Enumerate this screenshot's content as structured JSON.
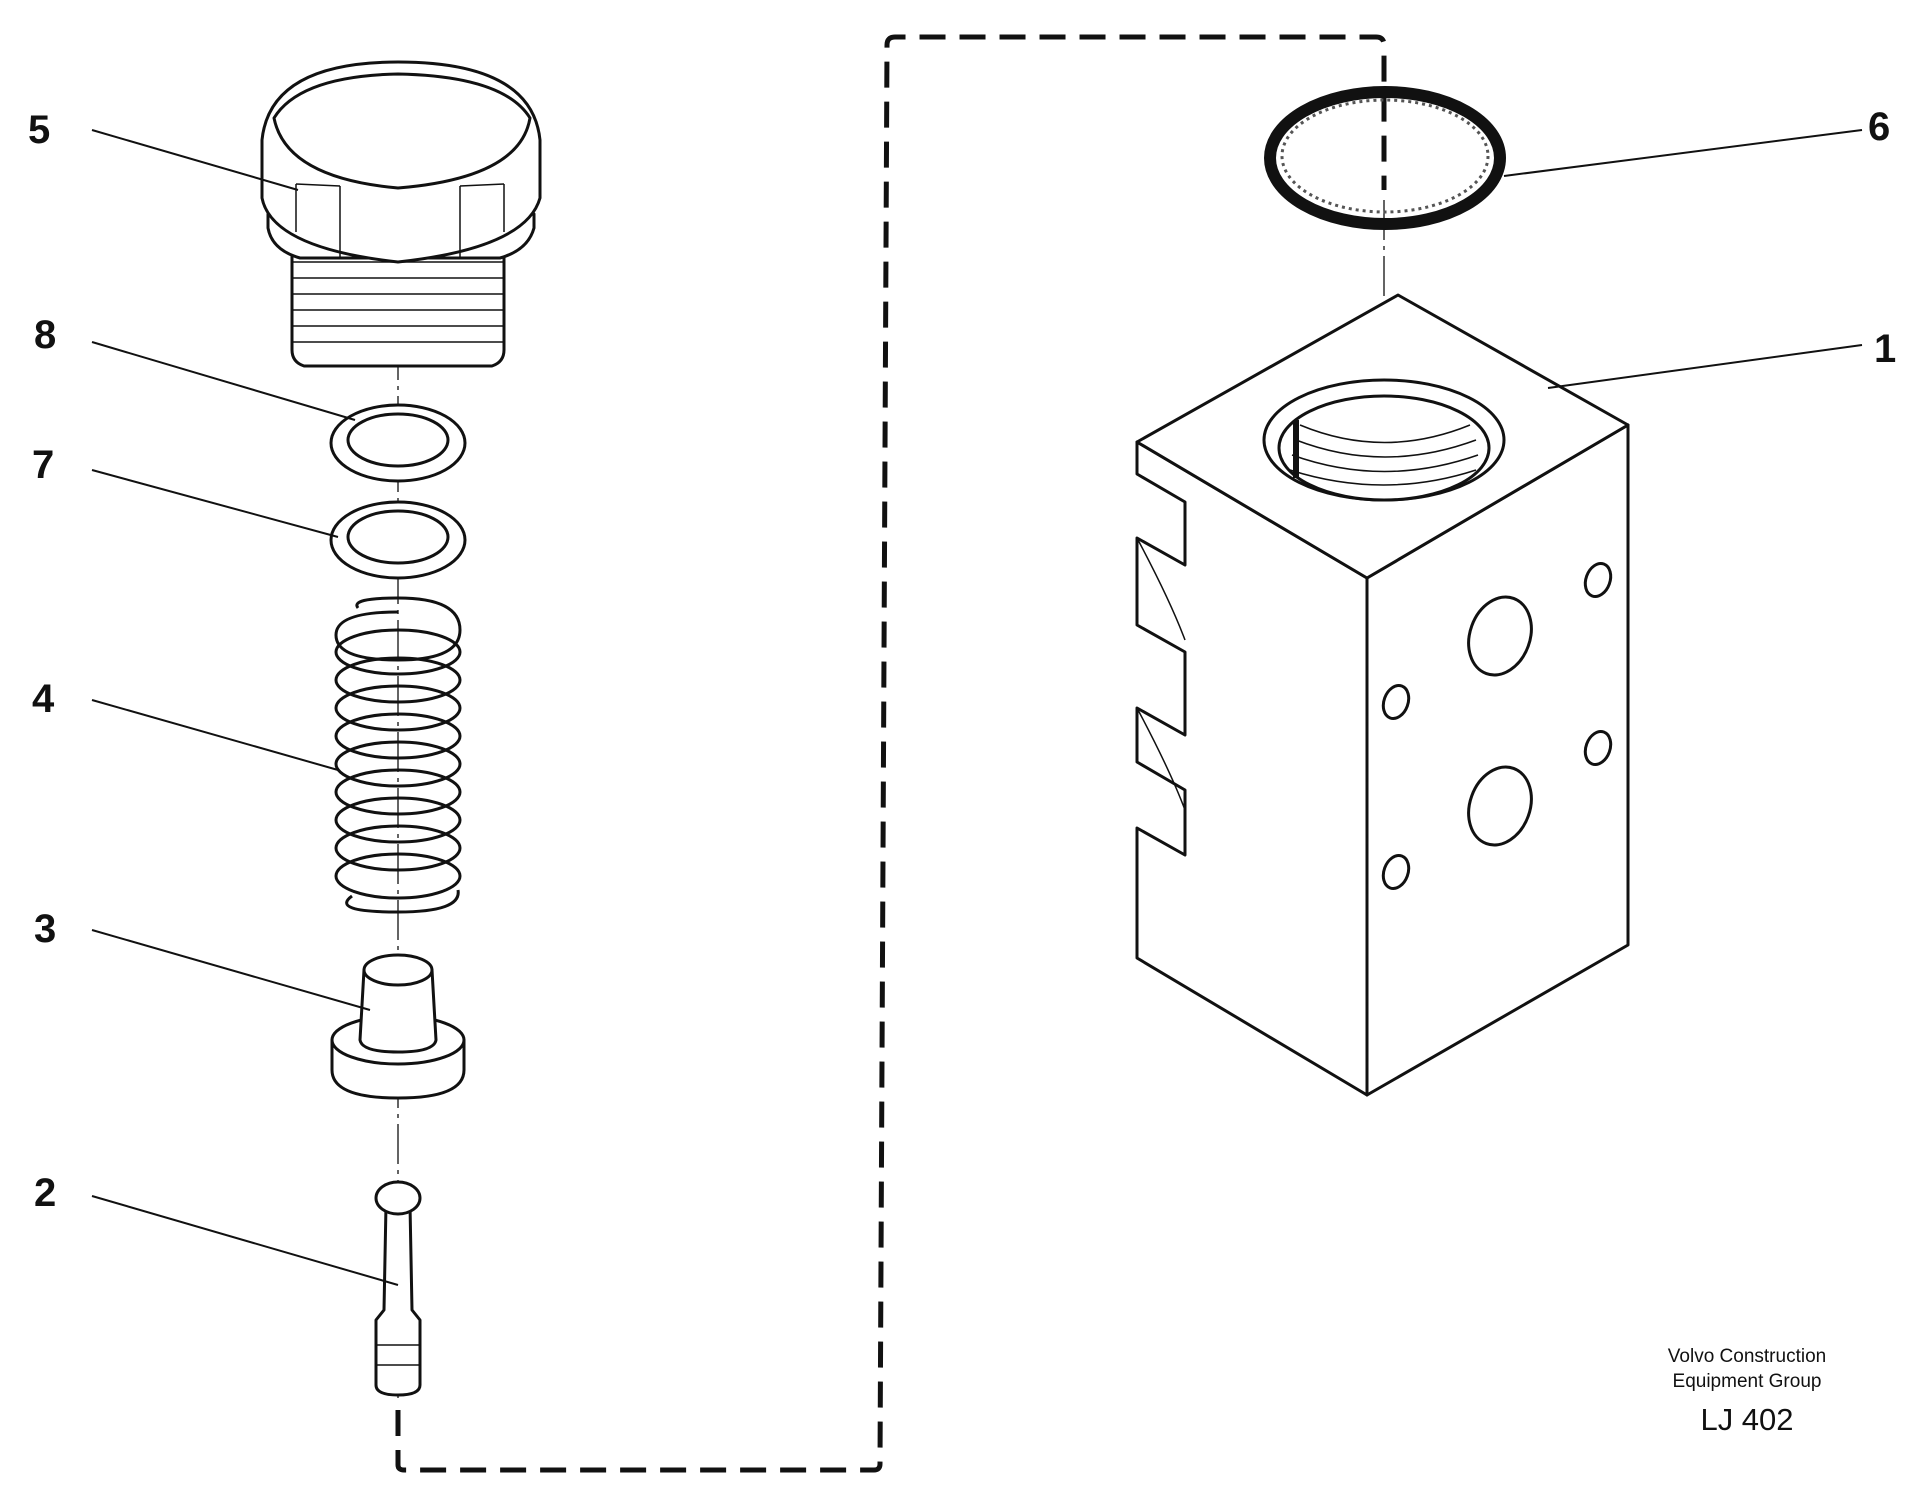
{
  "callouts": [
    {
      "id": "5",
      "label": "5"
    },
    {
      "id": "8",
      "label": "8"
    },
    {
      "id": "7",
      "label": "7"
    },
    {
      "id": "4",
      "label": "4"
    },
    {
      "id": "3",
      "label": "3"
    },
    {
      "id": "2",
      "label": "2"
    },
    {
      "id": "6",
      "label": "6"
    },
    {
      "id": "1",
      "label": "1"
    }
  ],
  "credit": {
    "line1": "Volvo Construction",
    "line2": "Equipment Group",
    "code": "LJ 402"
  }
}
